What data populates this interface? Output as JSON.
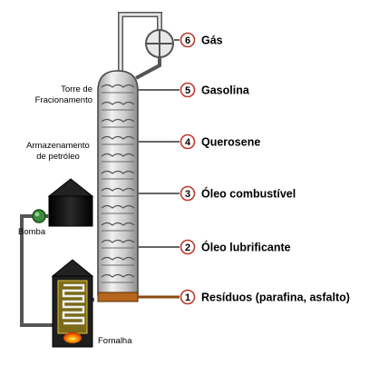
{
  "tower_label": [
    "Torre de",
    "Fracionamento"
  ],
  "storage_label": [
    "Armazenamento",
    "de petróleo"
  ],
  "pump_label": "Bomba",
  "furnace_label": "Fornalha",
  "outputs": [
    {
      "number": "6",
      "label": "Gás"
    },
    {
      "number": "5",
      "label": "Gasolina"
    },
    {
      "number": "4",
      "label": "Querosene"
    },
    {
      "number": "3",
      "label": "Óleo combustível"
    },
    {
      "number": "2",
      "label": "Óleo lubrificante"
    },
    {
      "number": "1",
      "label": "Resíduos (parafina, asfalto)"
    }
  ],
  "colors": {
    "marker_ring": "#c0392b",
    "pipe": "#555555",
    "tower_light": "#f4f4f4",
    "tower_dark": "#a8a8a8",
    "tank": "#111111",
    "pump": "#3a8a3a",
    "residue": "#b5651d",
    "fire": "#ff7a00"
  }
}
